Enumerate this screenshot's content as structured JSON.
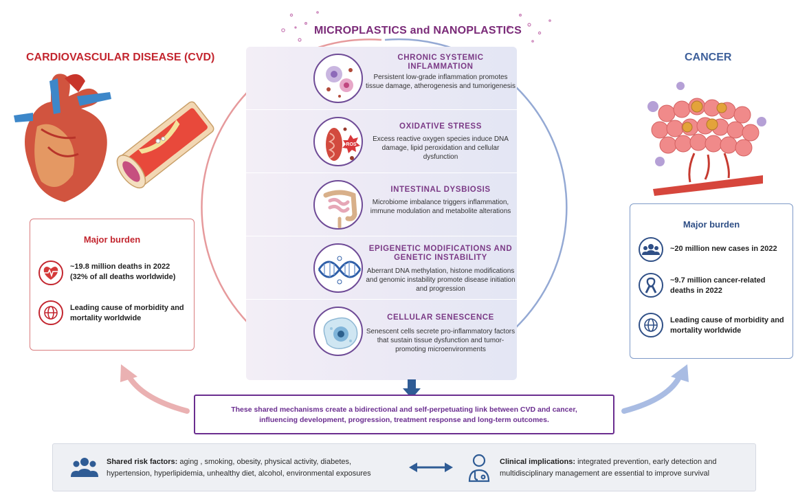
{
  "header": {
    "title": "MICROPLASTICS and NANOPLASTICS",
    "cvd_title": "CARDIOVASCULAR DISEASE (CVD)",
    "cancer_title": "CANCER"
  },
  "mechanisms": [
    {
      "title": "CHRONIC SYSTEMIC INFLAMMATION",
      "description": "Persistent low-grade inflammation promotes tissue damage, atherogenesis and tumorigenesis",
      "icon": "immune-cells-icon"
    },
    {
      "title": "OXIDATIVE STRESS",
      "description": "Excess reactive oxygen species induce DNA damage, lipid peroxidation and cellular dysfunction",
      "icon": "mitochondria-ros-icon",
      "icon_label": "ROS"
    },
    {
      "title": "INTESTINAL DYSBIOSIS",
      "description": "Microbiome imbalance triggers inflammation, immune modulation and metabolite alterations",
      "icon": "intestine-icon"
    },
    {
      "title": "EPIGENETIC MODIFICATIONS AND GENETIC INSTABILITY",
      "description": "Aberrant DNA methylation, histone modifications and genomic instability promote disease initiation and progression",
      "icon": "dna-icon"
    },
    {
      "title": "CELLULAR SENESCENCE",
      "description": "Senescent cells secrete pro-inflammatory factors that sustain tissue dysfunction and tumor-promoting microenvironments",
      "icon": "senescent-cell-icon"
    }
  ],
  "cvd_burden": {
    "title": "Major burden",
    "items": [
      {
        "icon": "heart-pulse-icon",
        "text_line1": "~19.8 million deaths in 2022",
        "text_line2": "(32% of all deaths worldwide)"
      },
      {
        "icon": "globe-icon",
        "text_line1": "Leading cause of morbidity and",
        "text_line2": "mortality worldwide"
      }
    ]
  },
  "cancer_burden": {
    "title": "Major burden",
    "items": [
      {
        "icon": "people-group-icon",
        "text_line1": "~20 million new cases in 2022",
        "text_line2": ""
      },
      {
        "icon": "cancer-ribbon-icon",
        "text_line1": "~9.7 million cancer-related",
        "text_line2": "deaths in 2022"
      },
      {
        "icon": "globe-icon",
        "text_line1": "Leading cause of morbidity and",
        "text_line2": "mortality worldwide"
      }
    ]
  },
  "statement": {
    "line1": "These shared mechanisms create a bidirectional and self-perpetuating link between CVD and cancer,",
    "line2": "influencing development, progression, treatment response and long-term outcomes."
  },
  "risk_factors": {
    "label": "Shared risk factors:",
    "text": " aging , smoking, obesity, physical activity, diabetes, hypertension, hyperlipidemia, unhealthy diet, alcohol, environmental exposures"
  },
  "clinical": {
    "label": "Clinical implications:",
    "text": " integrated prevention, early detection and multidisciplinary management are essential to improve survival"
  },
  "colors": {
    "cvd": "#c3262f",
    "cancer": "#3d5f9a",
    "mechanism_title": "#7b3a86",
    "statement": "#6a2d8f"
  }
}
